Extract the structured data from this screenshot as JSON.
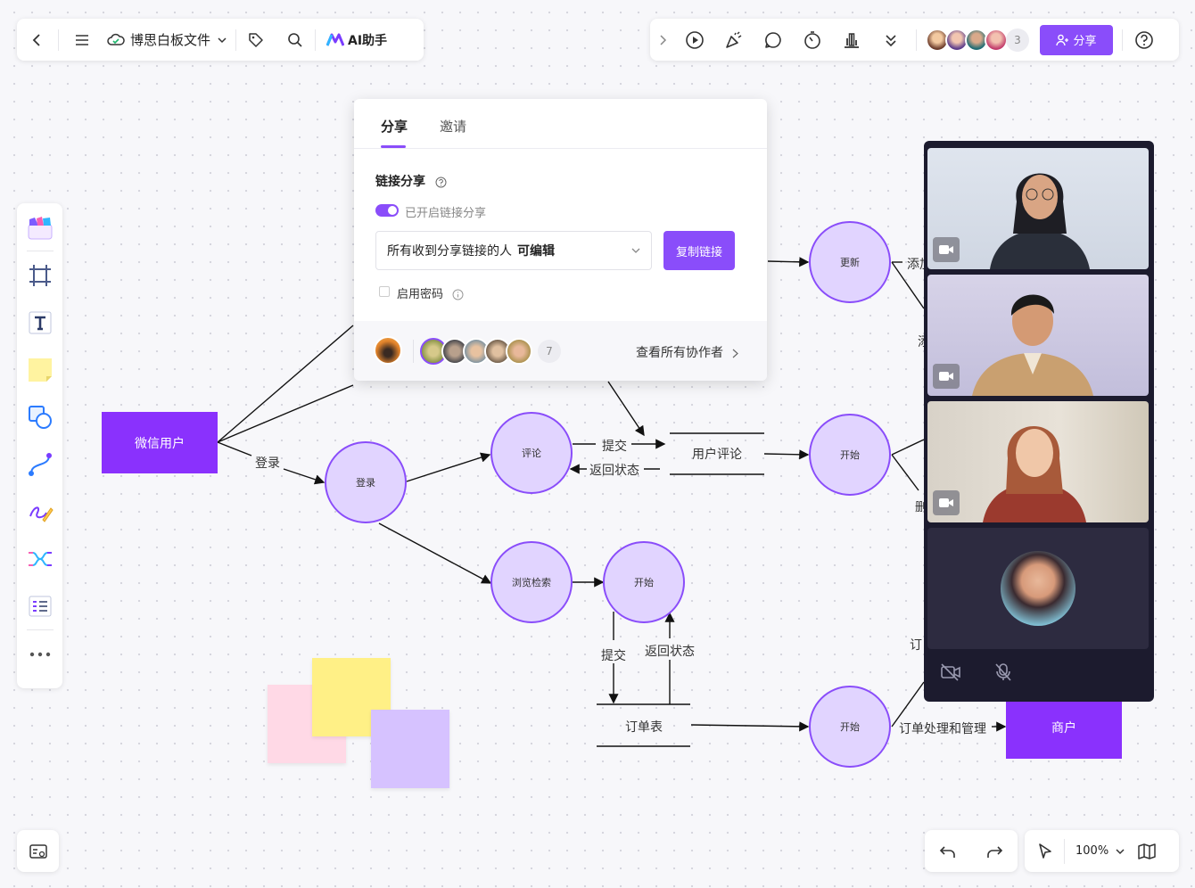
{
  "toolbar": {
    "file_name": "博思白板文件",
    "ai_label": "AI助手",
    "collaborator_count": "3",
    "share_label": "分享"
  },
  "canvas": {
    "rect_wechat_user": "微信用户",
    "rect_merchant": "商户",
    "node_login": "登录",
    "node_comment": "评论",
    "node_browse": "浏览检索",
    "node_start_mid": "开始",
    "node_update": "更新",
    "node_start_right": "开始",
    "node_start_bottom": "开始",
    "label_login": "登录",
    "label_submit1": "提交",
    "label_return1": "返回状态",
    "label_user_comment": "用户评论",
    "label_submit2": "提交",
    "label_return2": "返回状态",
    "label_order_table": "订单表",
    "label_order_mgmt": "订单处理和管理",
    "label_add_partial": "添加",
    "label_add2_partial": "添",
    "label_delete_partial": "删",
    "label_order_partial": "订"
  },
  "share_dialog": {
    "tab_share": "分享",
    "tab_invite": "邀请",
    "link_share_title": "链接分享",
    "toggle_text": "已开启链接分享",
    "permission_text": "所有收到分享链接的人",
    "permission_suffix": "可编辑",
    "copy_link": "复制链接",
    "password_label": "启用密码",
    "collaborator_count": "7",
    "view_all": "查看所有协作者"
  },
  "zoom": {
    "value": "100%"
  },
  "colors": {
    "accent": "#8a4dfa",
    "node_fill": "#e1d4ff",
    "rect_fill": "#8a31fd",
    "sticky_pink": "#ffd9e6",
    "sticky_yellow": "#fff086",
    "sticky_purple": "#d6c2ff",
    "video_bg": "#1c1b2e"
  },
  "icons": [
    "back-icon",
    "menu-icon",
    "cloud-icon",
    "chevron-down-icon",
    "tag-icon",
    "search-icon",
    "ai-logo-icon",
    "collapse-icon",
    "play-icon",
    "celebrate-icon",
    "comment-icon",
    "timer-icon",
    "chart-icon",
    "more-down-icon",
    "help-icon",
    "templates-icon",
    "frame-icon",
    "text-icon",
    "sticky-note-icon",
    "shape-icon",
    "connector-icon",
    "pen-icon",
    "mindmap-icon",
    "table-icon",
    "more-icon",
    "minimap-icon",
    "undo-icon",
    "redo-icon",
    "pointer-icon",
    "map-icon",
    "camera-icon",
    "camera-off-icon",
    "mic-off-icon"
  ]
}
